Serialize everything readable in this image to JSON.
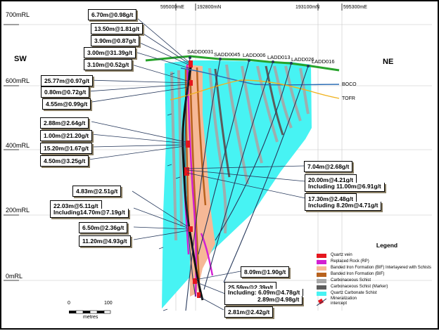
{
  "top_coords": [
    "595000mE",
    "192800mN",
    "193100mN",
    "595300mE"
  ],
  "elevations": [
    "700mRL",
    "600mRL",
    "400mRL",
    "200mRL",
    "0mRL"
  ],
  "directions": {
    "left": "SW",
    "right": "NE"
  },
  "drillholes": [
    "SADD0031",
    "SADD0045",
    "LADD006",
    "LADD013",
    "LADD026",
    "LADD016"
  ],
  "surfaces": {
    "boco": "BOCO",
    "tofr": "TOFR"
  },
  "intercepts_left": [
    "6.70m@0.98g/t",
    "13.50m@1.81g/t",
    "3.90m@0.87g/t",
    "3.00m@31.39g/t",
    "3.10m@0.52g/t",
    "25.77m@0.97g/t",
    "0.80m@0.72g/t",
    "4.55m@0.99g/t",
    "2.88m@2.64g/t",
    "1.00m@21.20g/t",
    "15.20m@1.67g/t",
    "4.50m@3.25g/t",
    "4.83m@2.51g/t",
    "22.03m@5.11g/t",
    "Including14.70m@7.19g/t",
    "6.50m@2.36g/t",
    "11.20m@4.93g/t"
  ],
  "intercepts_right": [
    "7.04m@2.68g/t",
    "20.00m@4.21g/t",
    "Including 11.00m@6.91g/t",
    "17.30m@2.48g/t",
    "Including 8.20m@4.71g/t",
    "8.09m@1.90g/t",
    "25.59m@2.39g/t",
    "Including: 6.09m@4.78g/t",
    "2.89m@4.98g/t",
    "2.81m@2.42g/t"
  ],
  "legend": {
    "title": "Legend",
    "items": [
      {
        "label": "Quartz vein",
        "color": "#e5161e"
      },
      {
        "label": "Replaced Rock (RP)",
        "color": "#d21fd2"
      },
      {
        "label": "Banded Iron Formation (BIF) Interlayered with Schists",
        "color": "#f6b896"
      },
      {
        "label": "Banded Iron Formation (BIF)",
        "color": "#b8621e"
      },
      {
        "label": "Carbonaceous Schist",
        "color": "#a7a7a7"
      },
      {
        "label": "Carbonaceous Schist (Marker)",
        "color": "#5c5c5c"
      },
      {
        "label": "Quartz Carbonate Schist",
        "color": "#47f3f3"
      },
      {
        "label": "Mineralization intercept",
        "color": "#e5161e"
      }
    ]
  },
  "scale": {
    "start": "0",
    "end": "100",
    "unit": "metres"
  },
  "colors": {
    "schist": "#47f3f3",
    "bif_schist": "#f6b896",
    "bif": "#b8621e",
    "replaced": "#d21fd2",
    "quartz": "#e5161e",
    "carb_schist": "#a7a7a7",
    "carb_marker": "#5c5c5c",
    "surface": "#27a32b",
    "boco": "#2a6db5",
    "tofr": "#f0b21e",
    "drill": "#27395c"
  }
}
